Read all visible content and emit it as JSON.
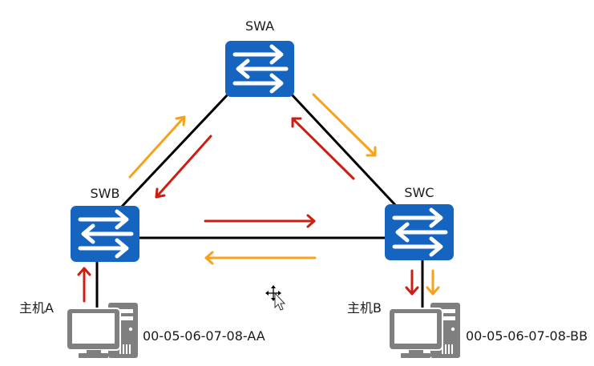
{
  "colors": {
    "switch_fill": "#1565c0",
    "switch_arrow": "#ffffff",
    "link": "#000000",
    "flow_red": "#cc1f13",
    "flow_orange": "#f7a21b",
    "host_gray": "#7f7f7f"
  },
  "switches": [
    {
      "id": "swa",
      "label": "SWA"
    },
    {
      "id": "swb",
      "label": "SWB"
    },
    {
      "id": "swc",
      "label": "SWC"
    }
  ],
  "hosts": [
    {
      "id": "host-a",
      "label": "主机A",
      "mac": "00-05-06-07-08-AA",
      "connected_to": "SWB"
    },
    {
      "id": "host-b",
      "label": "主机B",
      "mac": "00-05-06-07-08-BB",
      "connected_to": "SWC"
    }
  ],
  "links": [
    {
      "from": "SWA",
      "to": "SWB"
    },
    {
      "from": "SWA",
      "to": "SWC"
    },
    {
      "from": "SWB",
      "to": "SWC"
    },
    {
      "from": "SWB",
      "to": "主机A"
    },
    {
      "from": "SWC",
      "to": "主机B"
    }
  ],
  "flows": [
    {
      "color": "red",
      "from": "主机A",
      "to": "SWB"
    },
    {
      "color": "red",
      "from": "SWA",
      "to": "SWB"
    },
    {
      "color": "red",
      "from": "SWC",
      "to": "SWA"
    },
    {
      "color": "red",
      "from": "SWB",
      "to": "SWC"
    },
    {
      "color": "red",
      "from": "SWC",
      "to": "主机B"
    },
    {
      "color": "orange",
      "from": "SWB",
      "to": "SWA"
    },
    {
      "color": "orange",
      "from": "SWA",
      "to": "SWC"
    },
    {
      "color": "orange",
      "from": "SWC",
      "to": "SWB"
    },
    {
      "color": "orange",
      "from": "SWC",
      "to": "主机B"
    }
  ],
  "cursor": {
    "icon": "move-cursor-icon"
  }
}
